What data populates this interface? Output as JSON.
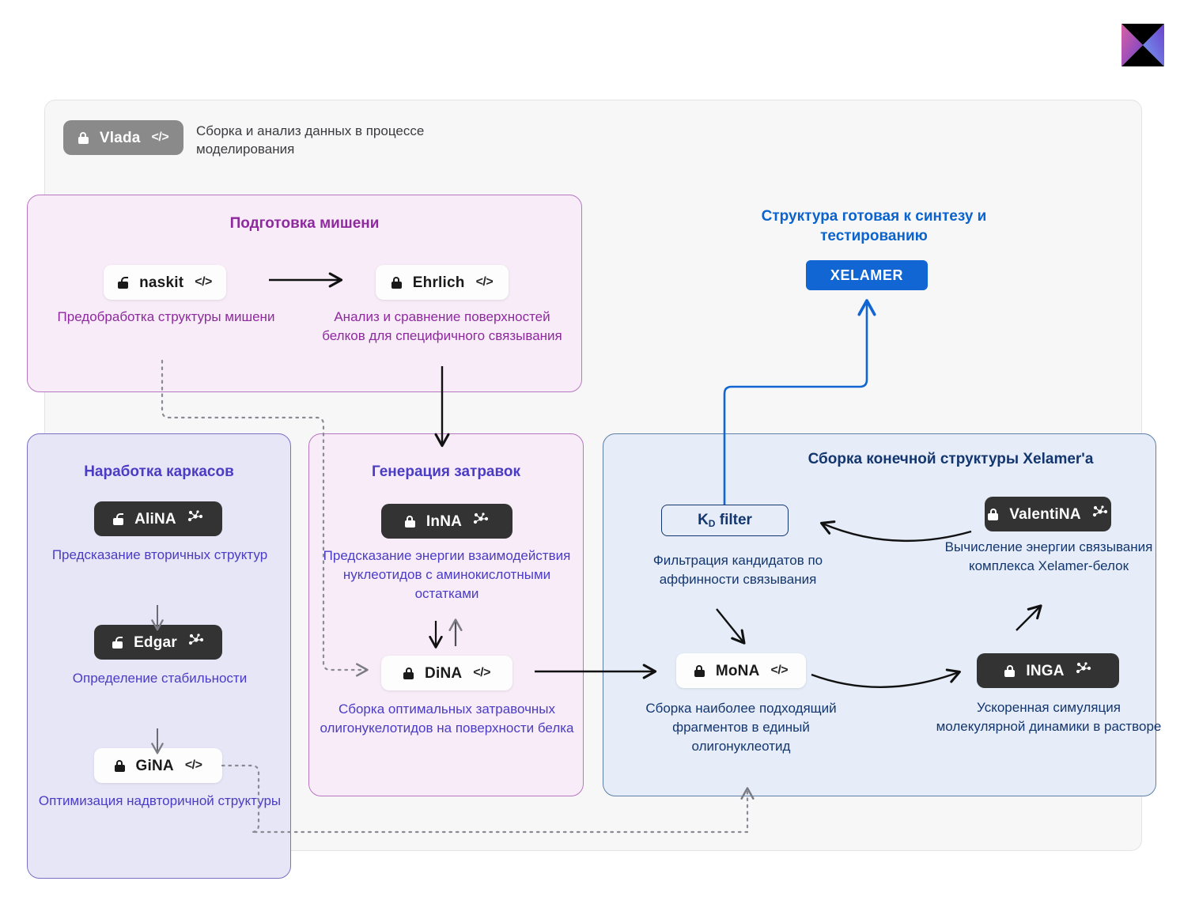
{
  "logo": {
    "name": "xelamer-logo",
    "colors": {
      "pink": "#d9599f",
      "purple": "#7b46d8",
      "blue": "#6d9bf2",
      "black": "#000000"
    }
  },
  "header": {
    "chip": {
      "label": "Vlada",
      "lock": "locked",
      "code_tag": "</>"
    },
    "caption": "Сборка и анализ данных в процессе моделирования"
  },
  "xelamer": {
    "title": "Структура готовая к синтезу и тестированию",
    "button_label": "XELAMER",
    "button_color": "#1166d3"
  },
  "panels": [
    {
      "id": "target",
      "title": "Подготовка мишени",
      "accent": "#8e2a9e",
      "nodes": [
        {
          "label": "naskit",
          "style": "white",
          "lock": "open",
          "tag": "</>",
          "desc": "Предобработка структуры мишени"
        },
        {
          "label": "Ehrlich",
          "style": "white",
          "lock": "locked",
          "tag": "</>",
          "desc": "Анализ и сравнение поверхностей белков для специфичного связывания"
        }
      ]
    },
    {
      "id": "scaffold",
      "title": "Наработка каркасов",
      "accent": "#4b3cc4",
      "nodes": [
        {
          "label": "AliNA",
          "style": "dark",
          "lock": "open",
          "tag": "molecule",
          "desc": "Предсказание вторичных структур"
        },
        {
          "label": "Edgar",
          "style": "dark",
          "lock": "open",
          "tag": "molecule",
          "desc": "Определение стабильности"
        },
        {
          "label": "GiNA",
          "style": "white",
          "lock": "locked",
          "tag": "</>",
          "desc": "Оптимизация надвторичной структуры"
        }
      ]
    },
    {
      "id": "primer",
      "title": "Генерация затравок",
      "accent": "#4b3cc4",
      "nodes": [
        {
          "label": "InNA",
          "style": "dark",
          "lock": "locked",
          "tag": "molecule",
          "desc": "Предсказание энергии взаимодействия нуклеотидов с аминокислотными остатками"
        },
        {
          "label": "DiNA",
          "style": "white",
          "lock": "locked",
          "tag": "</>",
          "desc": "Сборка оптимальных затравочных олигонукелотидов на поверхности белка"
        }
      ]
    },
    {
      "id": "final",
      "title": "Сборка конечной структуры Xelamer'a",
      "accent": "#14366e",
      "nodes": [
        {
          "label": "K_D filter",
          "style": "outline-blue",
          "lock": "none",
          "tag": "",
          "desc": "Фильтрация кандидатов по аффинности связывания"
        },
        {
          "label": "ValentiNA",
          "style": "dark",
          "lock": "locked",
          "tag": "molecule",
          "desc": "Вычисление энергии связывания комплекса Xelamer-белок"
        },
        {
          "label": "MoNA",
          "style": "white",
          "lock": "locked",
          "tag": "</>",
          "desc": "Сборка наиболее подходящий фрагментов в единый олигонуклеотид"
        },
        {
          "label": "INGA",
          "style": "dark",
          "lock": "locked",
          "tag": "molecule",
          "desc": "Ускоренная симуляция молекулярной динамики в растворе"
        }
      ]
    }
  ],
  "kd_filter": {
    "prefix": "K",
    "subscript": "D",
    "suffix": " filter"
  },
  "connectors": [
    {
      "name": "naskit-to-ehrlich",
      "style": "solid-black"
    },
    {
      "name": "ehrlich-to-primer-panel",
      "style": "solid-black"
    },
    {
      "name": "naskit-to-dina",
      "style": "dotted-grey"
    },
    {
      "name": "alina-to-edgar",
      "style": "solid-grey"
    },
    {
      "name": "edgar-to-gina",
      "style": "solid-grey"
    },
    {
      "name": "inna-dina-bidirectional",
      "style": "solid-black-pair"
    },
    {
      "name": "dina-to-mona",
      "style": "solid-black"
    },
    {
      "name": "gina-to-mona",
      "style": "dotted-grey"
    },
    {
      "name": "kd-to-xelamer",
      "style": "solid-blue"
    },
    {
      "name": "valentina-to-kd",
      "style": "curved-black"
    },
    {
      "name": "kd-to-mona",
      "style": "solid-black"
    },
    {
      "name": "mona-to-inga",
      "style": "curved-black"
    },
    {
      "name": "inga-to-valentina",
      "style": "solid-black"
    }
  ]
}
